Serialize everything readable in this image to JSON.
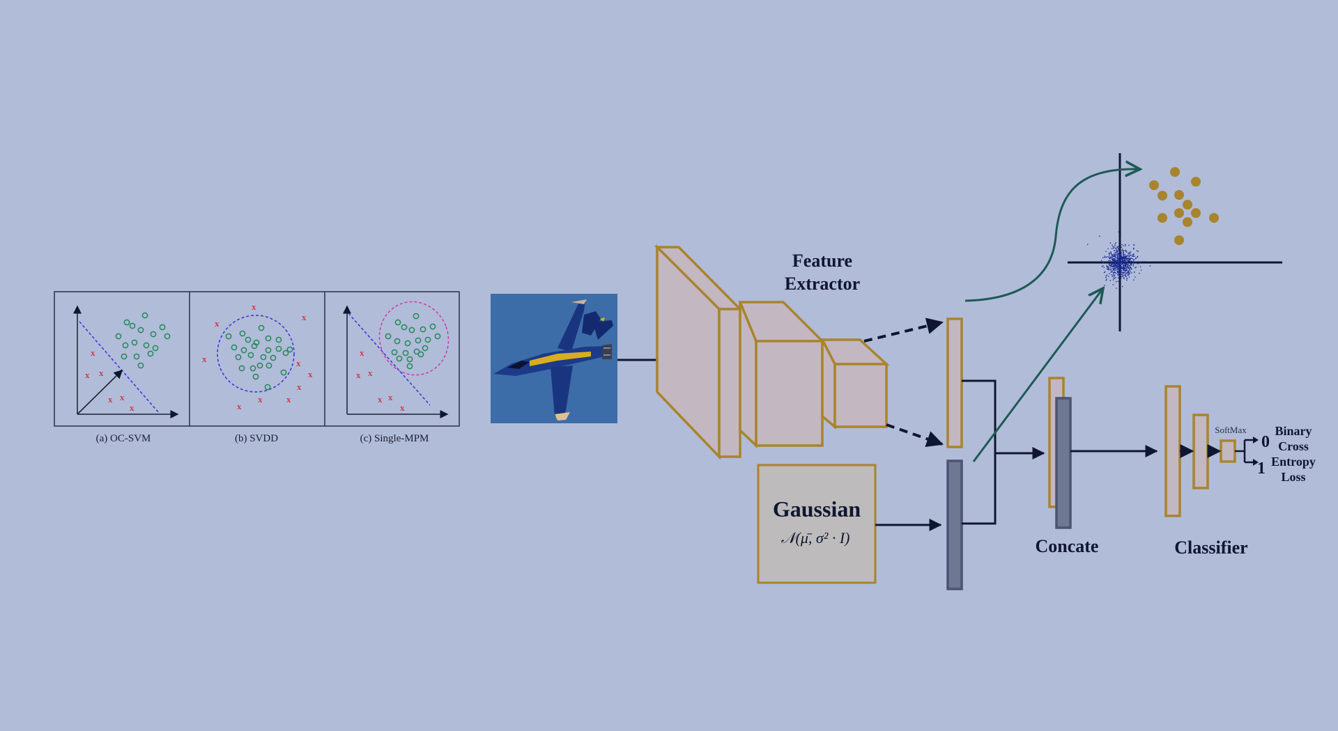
{
  "panels": [
    {
      "caption": "(a) OC-SVM"
    },
    {
      "caption": "(b) SVDD"
    },
    {
      "caption": "(c) Single-MPM"
    }
  ],
  "labels": {
    "feature_extractor_line1": "Feature",
    "feature_extractor_line2": "Extractor",
    "gaussian_title": "Gaussian",
    "concate": "Concate",
    "classifier": "Classifier",
    "softmax": "SoftMax",
    "output_zero": "0",
    "output_one": "1",
    "loss_line1": "Binary",
    "loss_line2": "Cross",
    "loss_line3": "Entropy",
    "loss_line4": "Loss"
  },
  "colors": {
    "background": "#b1bcd9",
    "block_fill": "#c3b7c2",
    "block_stroke": "#a8842c",
    "gray_fill": "#6e7892",
    "gray_stroke": "#4b5470",
    "arrow": "#0f1730",
    "teal": "#1d5a55",
    "normal_points": "#2a8a5c",
    "anomaly_points": "#d33a4a",
    "svdd_circle": "#3b3bd6",
    "mpm_ellipse": "#c83fa8",
    "gold_dots": "#a8842c",
    "noise_cloud": "#1a2a90",
    "gaussian_box_fill": "#bdbbbc",
    "photo_sky": "#3d6da8"
  }
}
